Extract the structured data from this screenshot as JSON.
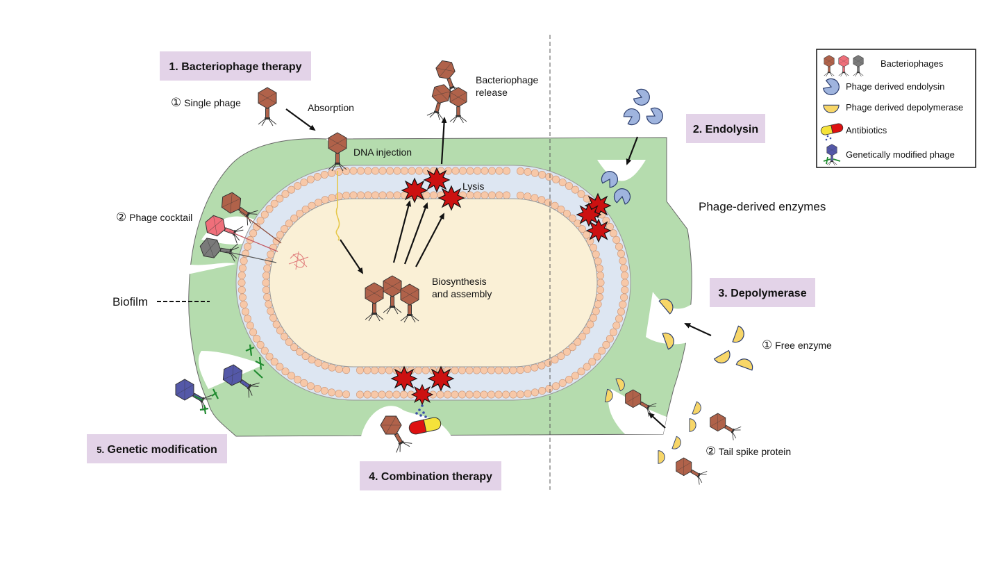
{
  "sections": {
    "bacteriophage_therapy": "1. Bacteriophage therapy",
    "endolysin": "2. Endolysin",
    "depolymerase": "3. Depolymerase",
    "combination_therapy": "4. Combination therapy",
    "genetic_modification": "Genetic modification",
    "genetic_modification_num": "5."
  },
  "labels": {
    "single_phage": "Single phage",
    "single_phage_num": "①",
    "absorption": "Absorption",
    "dna_injection": "DNA injection",
    "phage_release_1": "Bacteriophage",
    "phage_release_2": "release",
    "lysis": "Lysis",
    "phage_cocktail": "Phage cocktail",
    "phage_cocktail_num": "②",
    "biosynthesis_1": "Biosynthesis",
    "biosynthesis_2": "and assembly",
    "biofilm": "Biofilm",
    "phage_derived_enzymes": "Phage-derived enzymes",
    "free_enzyme": "Free enzyme",
    "free_enzyme_num": "①",
    "tail_spike": "Tail spike protein",
    "tail_spike_num": "②"
  },
  "legend": [
    {
      "icon": "bacteriophages-icon",
      "label": "Bacteriophages"
    },
    {
      "icon": "endolysin-icon",
      "label": "Phage derived endolysin"
    },
    {
      "icon": "depolymerase-icon",
      "label": "Phage derived depolymerase"
    },
    {
      "icon": "antibiotics-icon",
      "label": "Antibiotics"
    },
    {
      "icon": "modified-phage-icon",
      "label": "Genetically modified phage"
    }
  ],
  "colors": {
    "biofilm": "#b5dcae",
    "membrane_head": "#f7c8a8",
    "membrane_tail": "#dde6f2",
    "cytoplasm": "#faf0d6",
    "section_box": "#e3d3e8",
    "phage_brown": "#b0624a",
    "phage_pink": "#ef6f7a",
    "phage_gray": "#7a7a7a",
    "phage_blue": "#5458a8",
    "endolysin": "#9fb4de",
    "depolymerase": "#f7d668",
    "lysis": "#cc1111",
    "antibiotic_red": "#dd1111",
    "antibiotic_yellow": "#f5e23a"
  }
}
